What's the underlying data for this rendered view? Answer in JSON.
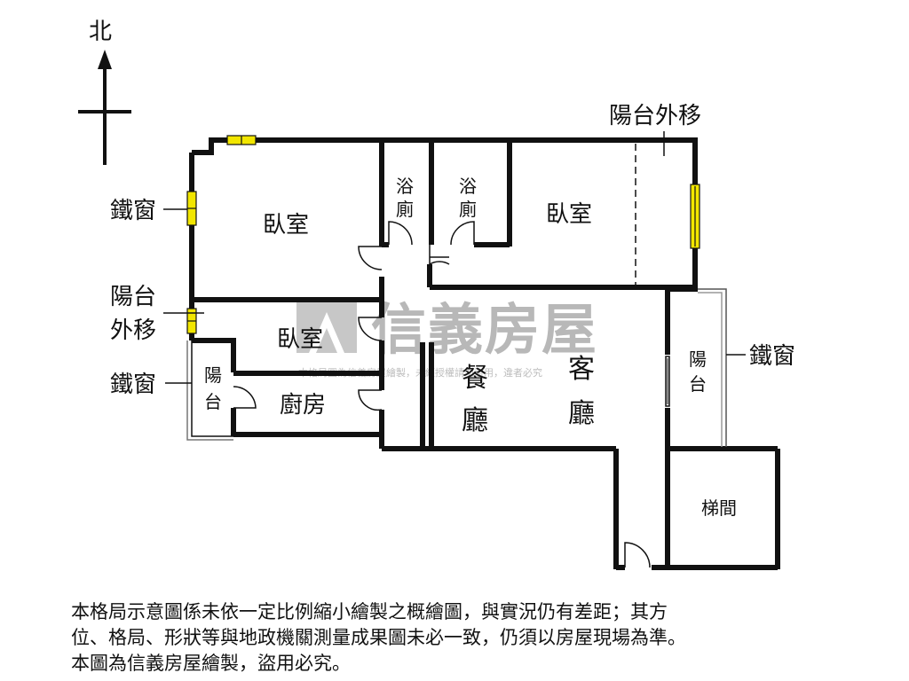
{
  "compass": {
    "north_label": "北"
  },
  "rooms": {
    "bedroom_nw": "臥室",
    "bath_1": [
      "浴",
      "廁"
    ],
    "bath_2": [
      "浴",
      "廁"
    ],
    "bedroom_ne": "臥室",
    "bedroom_mid": "臥室",
    "balcony_w": [
      "陽",
      "台"
    ],
    "kitchen": "廚房",
    "dining": [
      "餐",
      "廳"
    ],
    "living": [
      "客",
      "廳"
    ],
    "balcony_e": [
      "陽",
      "台"
    ],
    "stairwell": "梯間"
  },
  "annotations": {
    "iron_window_top": "鐵窗",
    "balcony_moved_left": [
      "陽台",
      "外移"
    ],
    "iron_window_bottom": "鐵窗",
    "balcony_moved_top": "陽台外移",
    "iron_window_right": "鐵窗"
  },
  "watermark": {
    "brand": "信義房屋",
    "notice": "本格局圖為信義房屋繪製，未經授權請勿盜用，違者必究"
  },
  "disclaimer": [
    "本格局示意圖係未依一定比例縮小繪製之概繪圖，與實況仍有差距；其方",
    "位、格局、形狀等與地政機關測量成果圖未必一致，仍須以房屋現場為準。",
    "本圖為信義房屋繪製，盜用必究。"
  ],
  "colors": {
    "wall": "#111111",
    "window": "#f2e600",
    "watermark": "#b8b8b8"
  }
}
